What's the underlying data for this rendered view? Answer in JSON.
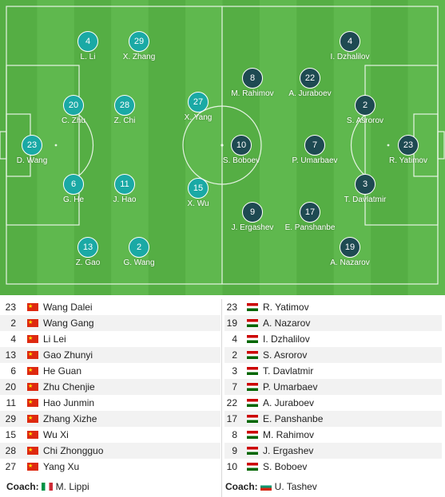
{
  "colors": {
    "pitch_light": "#5fb84e",
    "pitch_dark": "#54ad43",
    "home_disc": "#1aa9a5",
    "away_disc": "#1e4a52",
    "line": "#ffffff"
  },
  "pitch_players": {
    "home": [
      {
        "num": "23",
        "name": "D. Wang"
      },
      {
        "num": "20",
        "name": "C. Zhu"
      },
      {
        "num": "6",
        "name": "G. He"
      },
      {
        "num": "4",
        "name": "L. Li"
      },
      {
        "num": "13",
        "name": "Z. Gao"
      },
      {
        "num": "28",
        "name": "Z. Chi"
      },
      {
        "num": "11",
        "name": "J. Hao"
      },
      {
        "num": "29",
        "name": "X. Zhang"
      },
      {
        "num": "2",
        "name": "G. Wang"
      },
      {
        "num": "27",
        "name": "X. Yang"
      },
      {
        "num": "15",
        "name": "X. Wu"
      }
    ],
    "away": [
      {
        "num": "8",
        "name": "M. Rahimov"
      },
      {
        "num": "10",
        "name": "S. Boboev"
      },
      {
        "num": "9",
        "name": "J. Ergashev"
      },
      {
        "num": "22",
        "name": "A. Juraboev"
      },
      {
        "num": "7",
        "name": "P. Umarbaev"
      },
      {
        "num": "17",
        "name": "E. Panshanbe"
      },
      {
        "num": "4",
        "name": "I. Dzhalilov"
      },
      {
        "num": "2",
        "name": "S. Asrorov"
      },
      {
        "num": "3",
        "name": "T. Davlatmir"
      },
      {
        "num": "19",
        "name": "A. Nazarov"
      },
      {
        "num": "23",
        "name": "R. Yatimov"
      }
    ]
  },
  "lineup": {
    "home": [
      {
        "num": "23",
        "name": "Wang Dalei",
        "flag": "china-flag"
      },
      {
        "num": "2",
        "name": "Wang Gang",
        "flag": "china-flag"
      },
      {
        "num": "4",
        "name": "Li Lei",
        "flag": "china-flag"
      },
      {
        "num": "13",
        "name": "Gao Zhunyi",
        "flag": "china-flag"
      },
      {
        "num": "6",
        "name": "He Guan",
        "flag": "china-flag"
      },
      {
        "num": "20",
        "name": "Zhu Chenjie",
        "flag": "china-flag"
      },
      {
        "num": "11",
        "name": "Hao Junmin",
        "flag": "china-flag"
      },
      {
        "num": "29",
        "name": "Zhang Xizhe",
        "flag": "china-flag"
      },
      {
        "num": "15",
        "name": "Wu Xi",
        "flag": "china-flag"
      },
      {
        "num": "28",
        "name": "Chi Zhongguo",
        "flag": "china-flag"
      },
      {
        "num": "27",
        "name": "Yang Xu",
        "flag": "china-flag"
      }
    ],
    "away": [
      {
        "num": "23",
        "name": "R. Yatimov",
        "flag": "tajikistan-flag"
      },
      {
        "num": "19",
        "name": "A. Nazarov",
        "flag": "tajikistan-flag"
      },
      {
        "num": "4",
        "name": "I. Dzhalilov",
        "flag": "tajikistan-flag"
      },
      {
        "num": "2",
        "name": "S. Asrorov",
        "flag": "tajikistan-flag"
      },
      {
        "num": "3",
        "name": "T. Davlatmir",
        "flag": "tajikistan-flag"
      },
      {
        "num": "7",
        "name": "P. Umarbaev",
        "flag": "tajikistan-flag"
      },
      {
        "num": "22",
        "name": "A. Juraboev",
        "flag": "tajikistan-flag"
      },
      {
        "num": "17",
        "name": "E. Panshanbe",
        "flag": "tajikistan-flag"
      },
      {
        "num": "8",
        "name": "M. Rahimov",
        "flag": "tajikistan-flag"
      },
      {
        "num": "9",
        "name": "J. Ergashev",
        "flag": "tajikistan-flag"
      },
      {
        "num": "10",
        "name": "S. Boboev",
        "flag": "tajikistan-flag"
      }
    ],
    "coach_label": "Coach:",
    "home_coach": {
      "name": "M. Lippi",
      "flag": "italy-flag"
    },
    "away_coach": {
      "name": "U. Tashev",
      "flag": "bulgaria-flag"
    }
  }
}
